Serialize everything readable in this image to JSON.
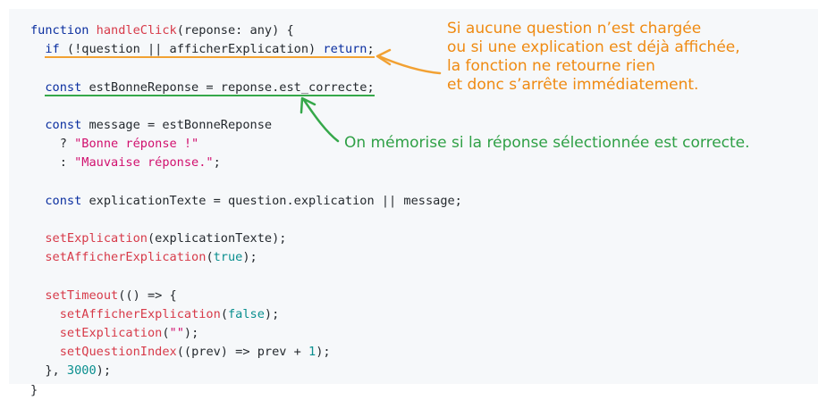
{
  "code": {
    "lines": [
      {
        "parts": [
          {
            "t": "function ",
            "c": "kw"
          },
          {
            "t": "handleClick",
            "c": "fn"
          },
          {
            "t": "(reponse: any) {",
            "c": ""
          }
        ]
      },
      {
        "underline": "orange",
        "parts": [
          {
            "t": "  ",
            "c": "",
            "ws": true
          },
          {
            "t": "if",
            "c": "kw"
          },
          {
            "t": " (!question || afficherExplication) ",
            "c": ""
          },
          {
            "t": "return",
            "c": "kw"
          },
          {
            "t": ";",
            "c": ""
          }
        ]
      },
      {
        "parts": []
      },
      {
        "underline": "green",
        "parts": [
          {
            "t": "  ",
            "c": "",
            "ws": true
          },
          {
            "t": "const",
            "c": "kw"
          },
          {
            "t": " estBonneReponse = reponse.est_correcte;",
            "c": ""
          }
        ]
      },
      {
        "parts": []
      },
      {
        "parts": [
          {
            "t": "  ",
            "c": "",
            "ws": true
          },
          {
            "t": "const",
            "c": "kw"
          },
          {
            "t": " message = estBonneReponse",
            "c": ""
          }
        ]
      },
      {
        "parts": [
          {
            "t": "    ? ",
            "c": ""
          },
          {
            "t": "\"Bonne réponse !\"",
            "c": "str"
          }
        ]
      },
      {
        "parts": [
          {
            "t": "    : ",
            "c": ""
          },
          {
            "t": "\"Mauvaise réponse.\"",
            "c": "str"
          },
          {
            "t": ";",
            "c": ""
          }
        ]
      },
      {
        "parts": []
      },
      {
        "parts": [
          {
            "t": "  ",
            "c": "",
            "ws": true
          },
          {
            "t": "const",
            "c": "kw"
          },
          {
            "t": " explicationTexte = question.explication || message;",
            "c": ""
          }
        ]
      },
      {
        "parts": []
      },
      {
        "parts": [
          {
            "t": "  ",
            "c": "",
            "ws": true
          },
          {
            "t": "setExplication",
            "c": "fn"
          },
          {
            "t": "(explicationTexte);",
            "c": ""
          }
        ]
      },
      {
        "parts": [
          {
            "t": "  ",
            "c": "",
            "ws": true
          },
          {
            "t": "setAfficherExplication",
            "c": "fn"
          },
          {
            "t": "(",
            "c": ""
          },
          {
            "t": "true",
            "c": "num"
          },
          {
            "t": ");",
            "c": ""
          }
        ]
      },
      {
        "parts": []
      },
      {
        "parts": [
          {
            "t": "  ",
            "c": "",
            "ws": true
          },
          {
            "t": "setTimeout",
            "c": "fn"
          },
          {
            "t": "(() => {",
            "c": ""
          }
        ]
      },
      {
        "parts": [
          {
            "t": "    ",
            "c": "",
            "ws": true
          },
          {
            "t": "setAfficherExplication",
            "c": "fn"
          },
          {
            "t": "(",
            "c": ""
          },
          {
            "t": "false",
            "c": "num"
          },
          {
            "t": ");",
            "c": ""
          }
        ]
      },
      {
        "parts": [
          {
            "t": "    ",
            "c": "",
            "ws": true
          },
          {
            "t": "setExplication",
            "c": "fn"
          },
          {
            "t": "(",
            "c": ""
          },
          {
            "t": "\"\"",
            "c": "str"
          },
          {
            "t": ");",
            "c": ""
          }
        ]
      },
      {
        "parts": [
          {
            "t": "    ",
            "c": "",
            "ws": true
          },
          {
            "t": "setQuestionIndex",
            "c": "fn"
          },
          {
            "t": "((prev) => prev + ",
            "c": ""
          },
          {
            "t": "1",
            "c": "num"
          },
          {
            "t": ");",
            "c": ""
          }
        ]
      },
      {
        "parts": [
          {
            "t": "  }, ",
            "c": ""
          },
          {
            "t": "3000",
            "c": "num"
          },
          {
            "t": ");",
            "c": ""
          }
        ]
      },
      {
        "parts": [
          {
            "t": "}",
            "c": ""
          }
        ]
      }
    ]
  },
  "annotations": {
    "orange": {
      "color": "#ef8a12",
      "lines": [
        "Si aucune question n’est chargée",
        "ou si une explication est déjà affichée,",
        "la fonction ne retourne rien",
        "et donc s’arrête immédiatement."
      ]
    },
    "green": {
      "color": "#2fa046",
      "lines": [
        "On mémorise si la réponse sélectionnée est correcte."
      ]
    }
  },
  "colors": {
    "panel_bg": "#f6f8fa",
    "keyword": "#0b2fa0",
    "function": "#d73a49",
    "string": "#d1106e",
    "number": "#0a8f8f",
    "underline_orange": "#f2a132",
    "underline_green": "#35a84a"
  }
}
